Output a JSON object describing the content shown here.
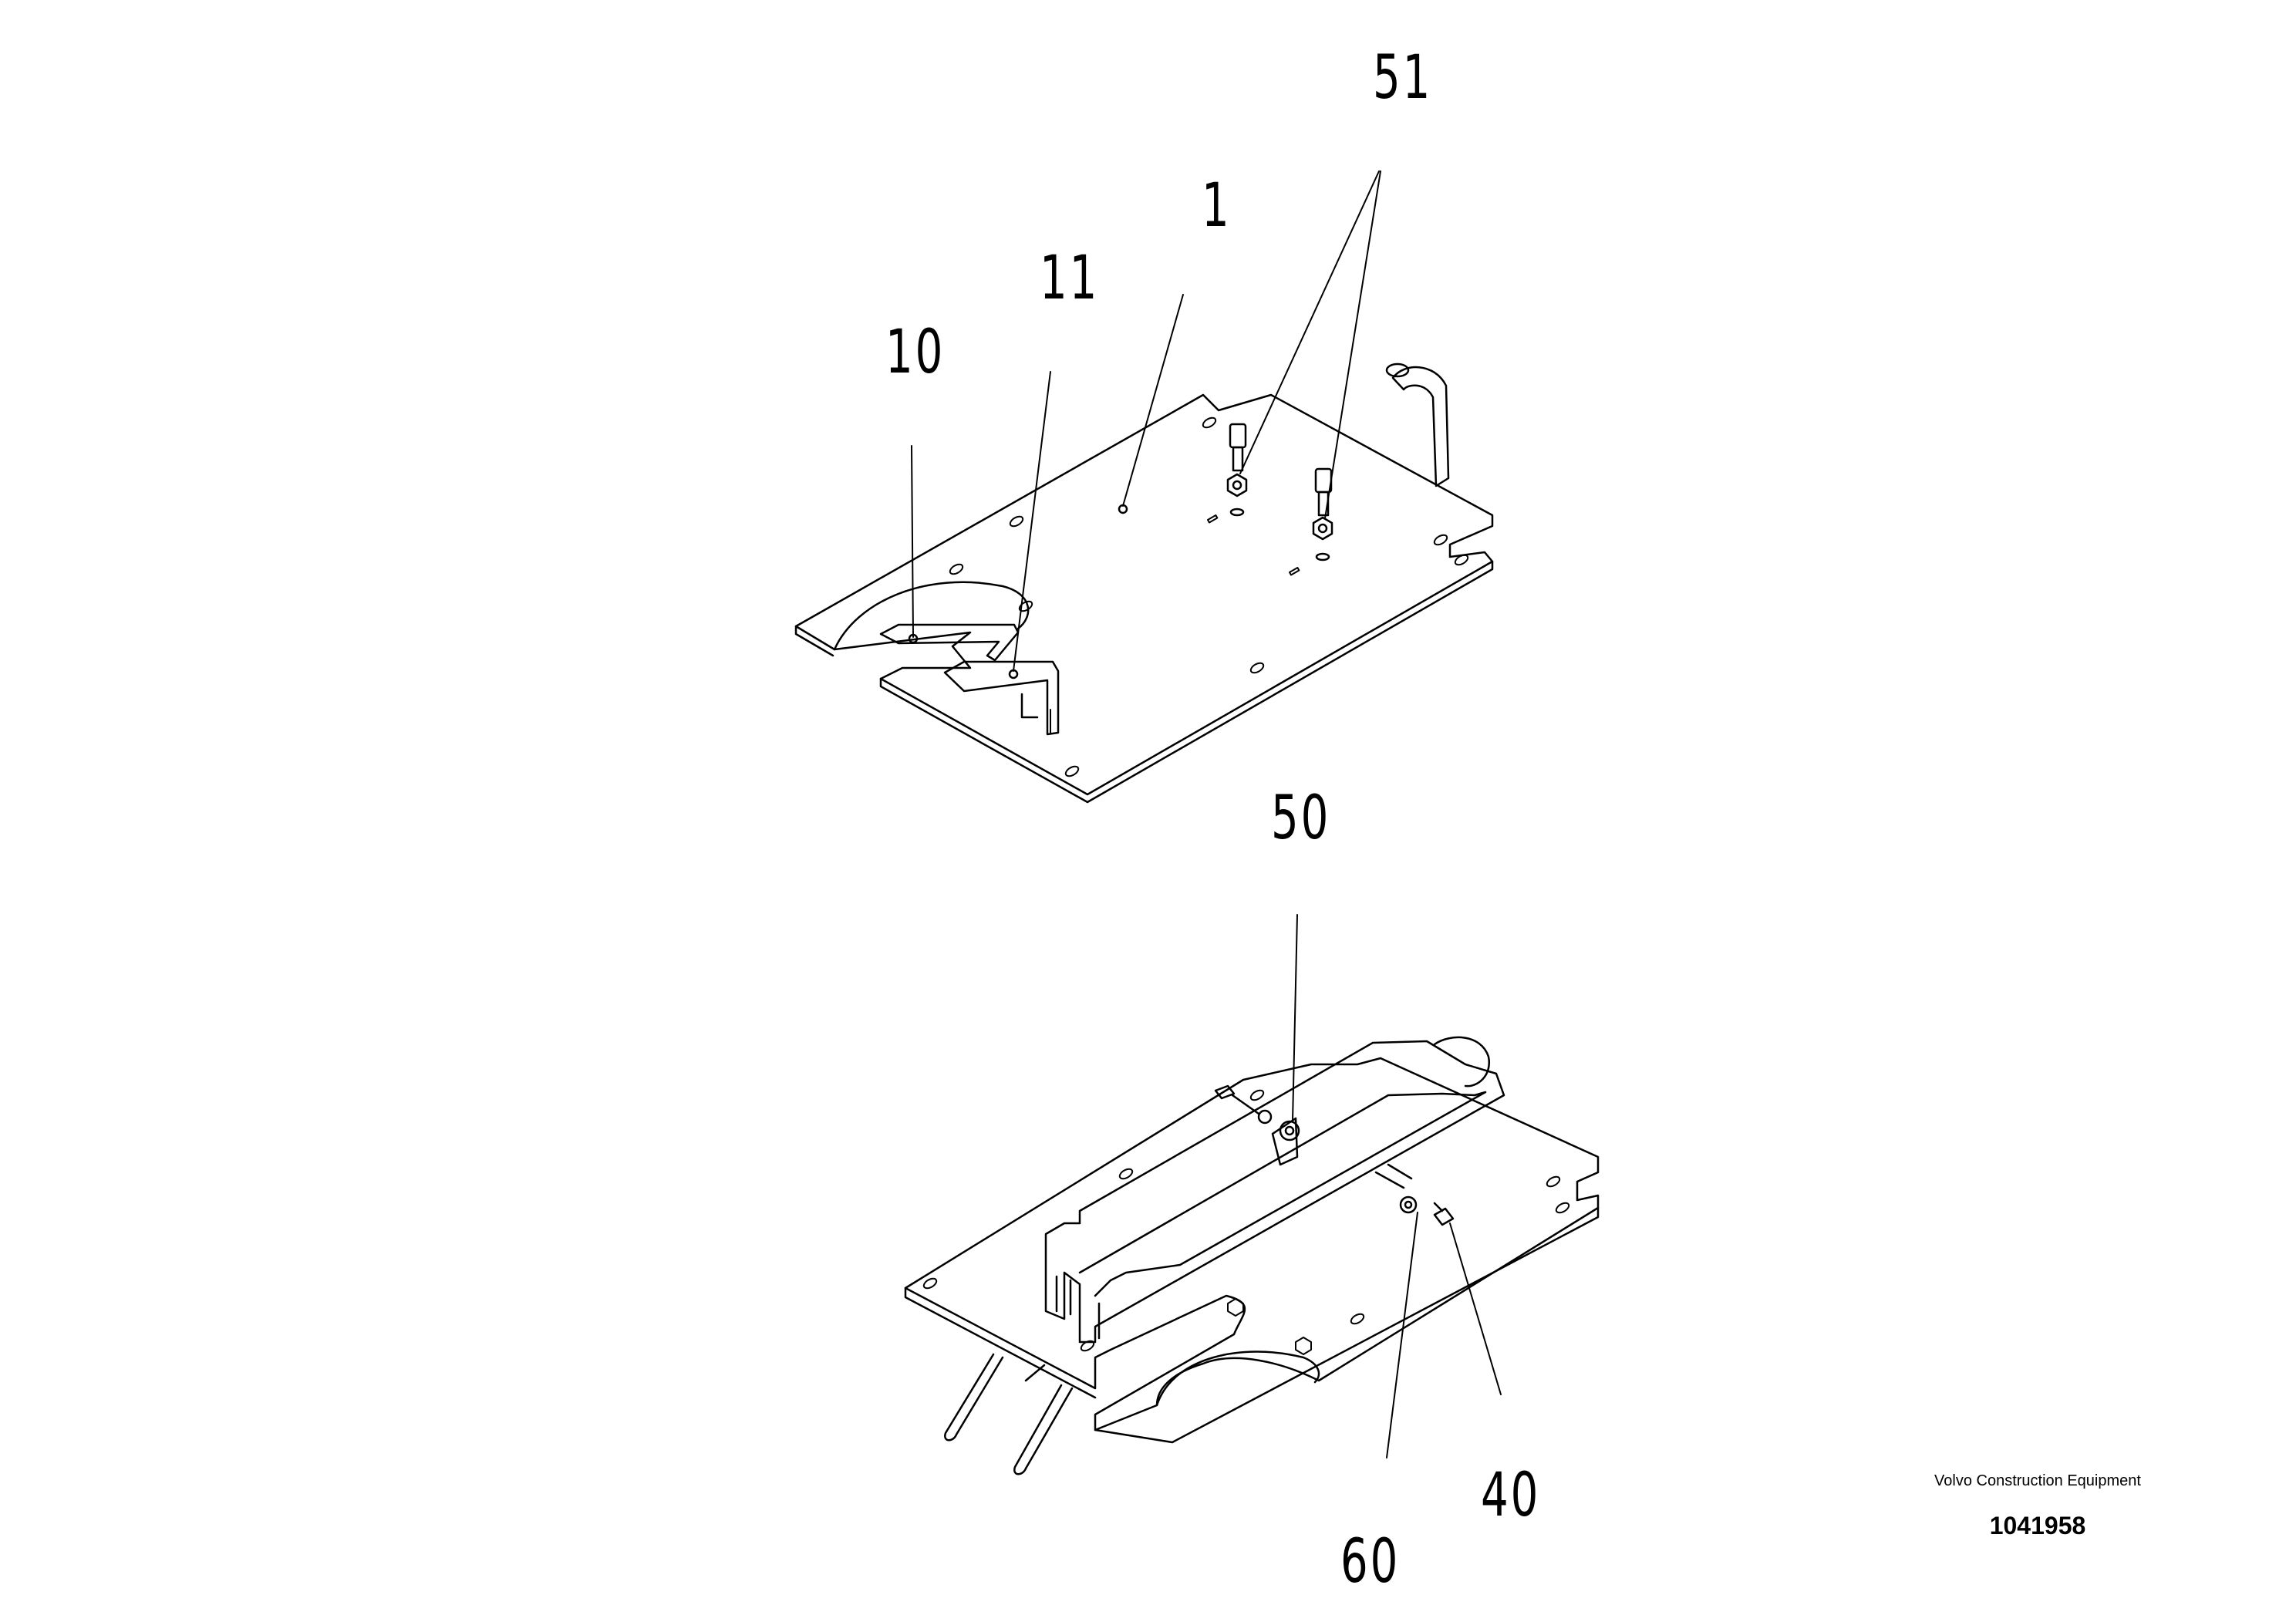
{
  "callouts": {
    "c51": "51",
    "c1": "1",
    "c11": "11",
    "c10": "10",
    "c50": "50",
    "c40": "40",
    "c60": "60"
  },
  "brand": {
    "name": "Volvo Construction Equipment",
    "number": "1041958"
  },
  "colors": {
    "line": "#000000",
    "background": "#ffffff"
  }
}
